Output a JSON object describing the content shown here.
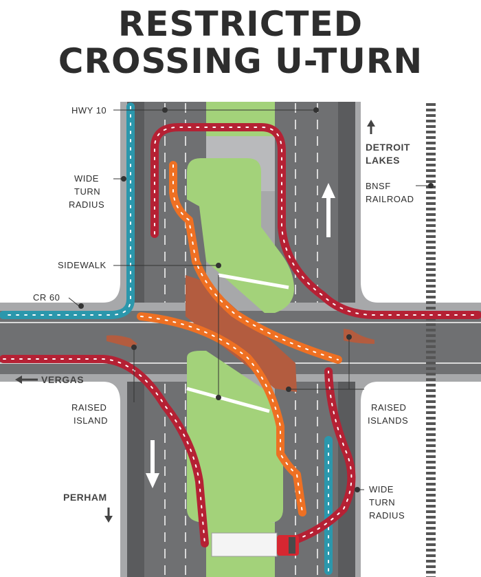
{
  "title": {
    "line1": "RESTRICTED",
    "line2": "CROSSING U-TURN"
  },
  "labels": {
    "hwy": "HWY 10",
    "wide_turn_left": [
      "WIDE",
      "TURN",
      "RADIUS"
    ],
    "sidewalk": "SIDEWALK",
    "cr": "CR 60",
    "vergas": "VERGAS",
    "raised_island": [
      "RAISED",
      "ISLAND"
    ],
    "perham": "PERHAM",
    "detroit_lakes": [
      "DETROIT",
      "LAKES"
    ],
    "bnsf": [
      "BNSF",
      "RAILROAD"
    ],
    "raised_islands": [
      "RAISED",
      "ISLANDS"
    ],
    "wide_turn_right": [
      "WIDE",
      "TURN",
      "RADIUS"
    ]
  },
  "colors": {
    "road": "#6f7072",
    "road_dark": "#595a5c",
    "shoulder": "#a7a8aa",
    "median": "#a3d27a",
    "island": "#b35c3f",
    "red_path": "#b52134",
    "orange_path": "#ee7023",
    "teal_path": "#2b97ac",
    "text": "#2d2d2d"
  }
}
